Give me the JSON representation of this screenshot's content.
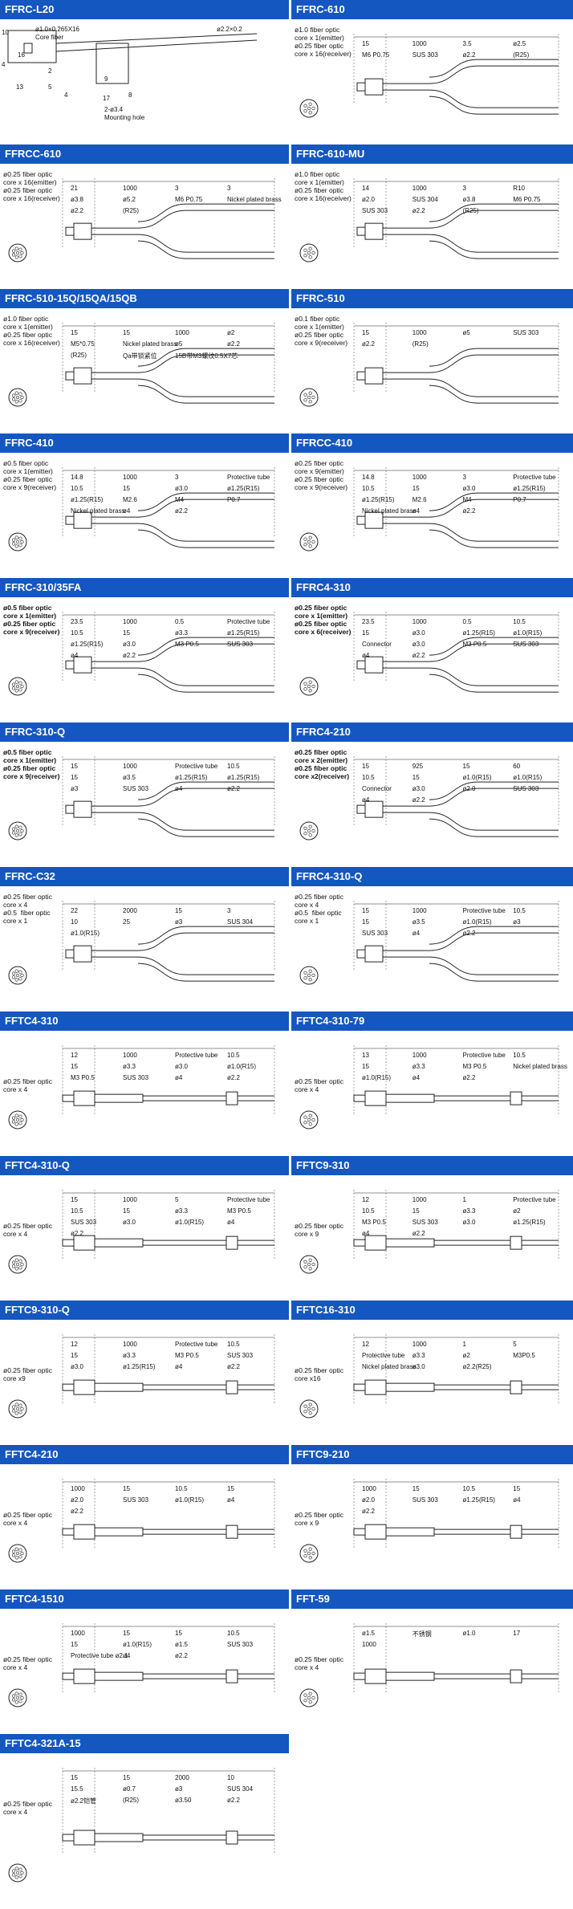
{
  "colors": {
    "header_bg": "#1557c0",
    "header_text": "#ffffff",
    "line": "#222222"
  },
  "cells": [
    {
      "title": "FFRC-L20",
      "specs": [],
      "labels": [
        "10",
        "ø1.0×0.265X16",
        "Core fiber",
        "ø2.2×0.2",
        "16",
        "4",
        "13",
        "9",
        "17",
        "2-ø3.4",
        "Mounting hole",
        "2",
        "5",
        "4",
        "8"
      ]
    },
    {
      "title": "FFRC-610",
      "specs": [
        "ø1.0 fiber optic",
        "core x 1(emitter)",
        "ø0.25 fiber optic",
        "core x 16(receiver)"
      ],
      "labels": [
        "15",
        "1000",
        "3.5",
        "ø2.5",
        "M6  P0.75",
        "SUS 303",
        "ø2.2",
        "(R25)"
      ]
    },
    {
      "title": "FFRCC-610",
      "specs": [
        "ø0.25 fiber optic",
        "core x 16(emitter)",
        "ø0.25 fiber optic",
        "core x 16(receiver)"
      ],
      "labels": [
        "21",
        "1000",
        "3",
        "3",
        "ø3.8",
        "ø5.2",
        "M6  P0.75",
        "Nickel plated brass",
        "ø2.2",
        "(R25)"
      ]
    },
    {
      "title": "FFRC-610-MU",
      "specs": [
        "ø1.0 fiber optic",
        "core x 1(emitter)",
        "ø0.25 fiber optic",
        "core x 16(receiver)"
      ],
      "labels": [
        "14",
        "1000",
        "3",
        "R10",
        "ø2.0",
        "SUS 304",
        "ø3.8",
        "M6 P0.75",
        "SUS 303",
        "ø2.2",
        "(R25)"
      ]
    },
    {
      "title": "FFRC-510-15Q/15QA/15QB",
      "specs": [
        "ø1.0 fiber optic",
        "core x 1(emitter)",
        "ø0.25 fiber optic",
        "core x 16(receiver)"
      ],
      "labels": [
        "15",
        "15",
        "1000",
        "ø2",
        "M5*0.75",
        "Nickel plated brass",
        "ø5",
        "ø2.2",
        "(R25)",
        "Qa带锁紧位",
        "15B带M3螺纹0.5X7芯"
      ]
    },
    {
      "title": "FFRC-510",
      "specs": [
        "ø0.1 fiber optic",
        "core x 1(emitter)",
        "ø0.25 fiber optic",
        "core x 9(receiver)"
      ],
      "labels": [
        "15",
        "1000",
        "ø5",
        "SUS 303",
        "ø2.2",
        "(R25)"
      ]
    },
    {
      "title": "FFRC-410",
      "specs": [
        "ø0.5 fiber optic",
        "core x 1(emitter)",
        "ø0.25 fiber optic",
        "core x 9(receiver)"
      ],
      "labels": [
        "14.8",
        "1000",
        "3",
        "Protective tube",
        "10.5",
        "15",
        "ø3.0",
        "ø1.25(R15)",
        "ø1.25(R15)",
        "M2.6",
        "M4",
        "P0.7",
        "Nickel plated brass",
        "ø4",
        "ø2.2"
      ]
    },
    {
      "title": "FFRCC-410",
      "specs": [
        "ø0.25 fiber optic",
        "core x 9(emitter)",
        "ø0.25 fiber optic",
        "core x 9(receiver)"
      ],
      "labels": [
        "14.8",
        "1000",
        "3",
        "Protective tube",
        "10.5",
        "15",
        "ø3.0",
        "ø1.25(R15)",
        "ø1.25(R15)",
        "M2.6",
        "M4",
        "P0.7",
        "Nickel plated brass",
        "ø4",
        "ø2.2"
      ]
    },
    {
      "title": "FFRC-310/35FA",
      "specs": [
        "ø0.5 fiber optic",
        "core x 1(emitter)",
        "ø0.25 fiber optic",
        "core x 9(receiver)"
      ],
      "labels": [
        "23.5",
        "1000",
        "0.5",
        "Protective tube",
        "10.5",
        "15",
        "ø3.3",
        "ø1.25(R15)",
        "ø1.25(R15)",
        "ø3.0",
        "M3 P0.5",
        "SUS 303",
        "ø4",
        "ø2.2"
      ]
    },
    {
      "title": "FFRC4-310",
      "specs": [
        "ø0.25 fiber optic",
        "core x 1(emitter)",
        "ø0.25 fiber optic",
        "core x 6(receiver)"
      ],
      "labels": [
        "23.5",
        "1000",
        "0.5",
        "10.5",
        "15",
        "ø3.0",
        "ø1.25(R15)",
        "ø1.0(R15)",
        "Connector",
        "ø3.0",
        "M3 P0.5",
        "SUS 303",
        "ø4",
        "ø2.2"
      ]
    },
    {
      "title": "FFRC-310-Q",
      "specs": [
        "ø0.5 fiber optic",
        "core x 1(emitter)",
        "ø0.25 fiber optic",
        "core x 9(receiver)"
      ],
      "labels": [
        "15",
        "1000",
        "Protective tube",
        "10.5",
        "15",
        "ø3.5",
        "ø1.25(R15)",
        "ø1.25(R15)",
        "ø3",
        "SUS 303",
        "ø4",
        "ø2.2"
      ]
    },
    {
      "title": "FFRC4-210",
      "specs": [
        "ø0.25 fiber optic",
        "core x 2(emitter)",
        "ø0.25 fiber optic",
        "core x2(receiver)"
      ],
      "labels": [
        "15",
        "925",
        "15",
        "60",
        "10.5",
        "15",
        "ø1.0(R15)",
        "ø1.0(R15)",
        "Connector",
        "ø3.0",
        "ø2.0",
        "SUS 303",
        "ø4",
        "ø2.2"
      ]
    },
    {
      "title": "FFRC-C32",
      "specs": [
        "ø0.25 fiber optic",
        "core x 4",
        "ø0.5  fiber optic",
        "core x 1"
      ],
      "labels": [
        "22",
        "2000",
        "15",
        "3",
        "10",
        "25",
        "ø3",
        "SUS 304",
        "ø1.0(R15)"
      ]
    },
    {
      "title": "FFRC4-310-Q",
      "specs": [
        "ø0.25 fiber optic",
        "core x 4",
        "ø0.5  fiber optic",
        "core x 1"
      ],
      "labels": [
        "15",
        "1000",
        "Protective tube",
        "10.5",
        "15",
        "ø3.5",
        "ø1.0(R15)",
        "ø3",
        "SUS 303",
        "ø4",
        "ø2.2"
      ]
    },
    {
      "title": "FFTC4-310",
      "specs": [
        "ø0.25 fiber optic",
        "core x 4"
      ],
      "labels": [
        "12",
        "1000",
        "Protective tube",
        "10.5",
        "15",
        "ø3.3",
        "ø3.0",
        "ø1.0(R15)",
        "M3 P0.5",
        "SUS 303",
        "ø4",
        "ø2.2"
      ]
    },
    {
      "title": "FFTC4-310-79",
      "specs": [
        "ø0.25 fiber optic",
        "core x 4"
      ],
      "labels": [
        "13",
        "1000",
        "Protective tube",
        "10.5",
        "15",
        "ø3.3",
        "M3 P0.5",
        "Nickel plated brass",
        "ø1.0(R15)",
        "ø4",
        "ø2.2"
      ]
    },
    {
      "title": "FFTC4-310-Q",
      "specs": [
        "ø0.25 fiber optic",
        "core x 4"
      ],
      "labels": [
        "15",
        "1000",
        "5",
        "Protective tube",
        "10.5",
        "15",
        "ø3.3",
        "M3 P0.5",
        "SUS 303",
        "ø3.0",
        "ø1.0(R15)",
        "ø4",
        "ø2.2"
      ]
    },
    {
      "title": "FFTC9-310",
      "specs": [
        "ø0.25 fiber optic",
        "core x 9"
      ],
      "labels": [
        "12",
        "1000",
        "1",
        "Protective tube",
        "10.5",
        "15",
        "ø3.3",
        "ø2",
        "M3 P0.5",
        "SUS 303",
        "ø3.0",
        "ø1.25(R15)",
        "ø4",
        "ø2.2"
      ]
    },
    {
      "title": "FFTC9-310-Q",
      "specs": [
        "ø0.25 fiber optic",
        "core x9"
      ],
      "labels": [
        "12",
        "1000",
        "Protective tube",
        "10.5",
        "15",
        "ø3.3",
        "M3 P0.5",
        "SUS 303",
        "ø3.0",
        "ø1.25(R15)",
        "ø4",
        "ø2.2"
      ]
    },
    {
      "title": "FFTC16-310",
      "specs": [
        "ø0.25 fiber optic",
        "core x16"
      ],
      "labels": [
        "12",
        "1000",
        "1",
        "5",
        "Protective tube",
        "ø3.3",
        "ø2",
        "M3P0.5",
        "Nickel plated brass",
        "ø3.0",
        "ø2.2(R25)"
      ]
    },
    {
      "title": "FFTC4-210",
      "specs": [
        "ø0.25 fiber optic",
        "core x 4"
      ],
      "labels": [
        "1000",
        "15",
        "10.5",
        "15",
        "ø2.0",
        "SUS 303",
        "ø1.0(R15)",
        "ø4",
        "ø2.2"
      ]
    },
    {
      "title": "FFTC9-210",
      "specs": [
        "ø0.25 fiber optic",
        "core x 9"
      ],
      "labels": [
        "1000",
        "15",
        "10.5",
        "15",
        "ø2.0",
        "SUS 303",
        "ø1.25(R15)",
        "ø4",
        "ø2.2"
      ]
    },
    {
      "title": "FFTC4-1510",
      "specs": [
        "ø0.25 fiber optic",
        "core x 4"
      ],
      "labels": [
        "1000",
        "15",
        "15",
        "10.5",
        "15",
        "ø1.0(R15)",
        "ø1.5",
        "SUS 303",
        "Protective tube ø2.1",
        "ø4",
        "ø2.2"
      ]
    },
    {
      "title": "FFT-59",
      "specs": [
        "ø0.25 fiber optic",
        "core x 4"
      ],
      "labels": [
        "ø1.5",
        "不锈钢",
        "ø1.0",
        "17",
        "1000"
      ]
    },
    {
      "title": "FFTC4-321A-15",
      "specs": [
        "ø0.25 fiber optic",
        "core x 4"
      ],
      "labels": [
        "15",
        "15",
        "2000",
        "10",
        "15.5",
        "ø0.7",
        "ø3",
        "SUS 304",
        "ø2.2铠管",
        "(R25)",
        "ø3.50",
        "ø2.2"
      ]
    }
  ]
}
